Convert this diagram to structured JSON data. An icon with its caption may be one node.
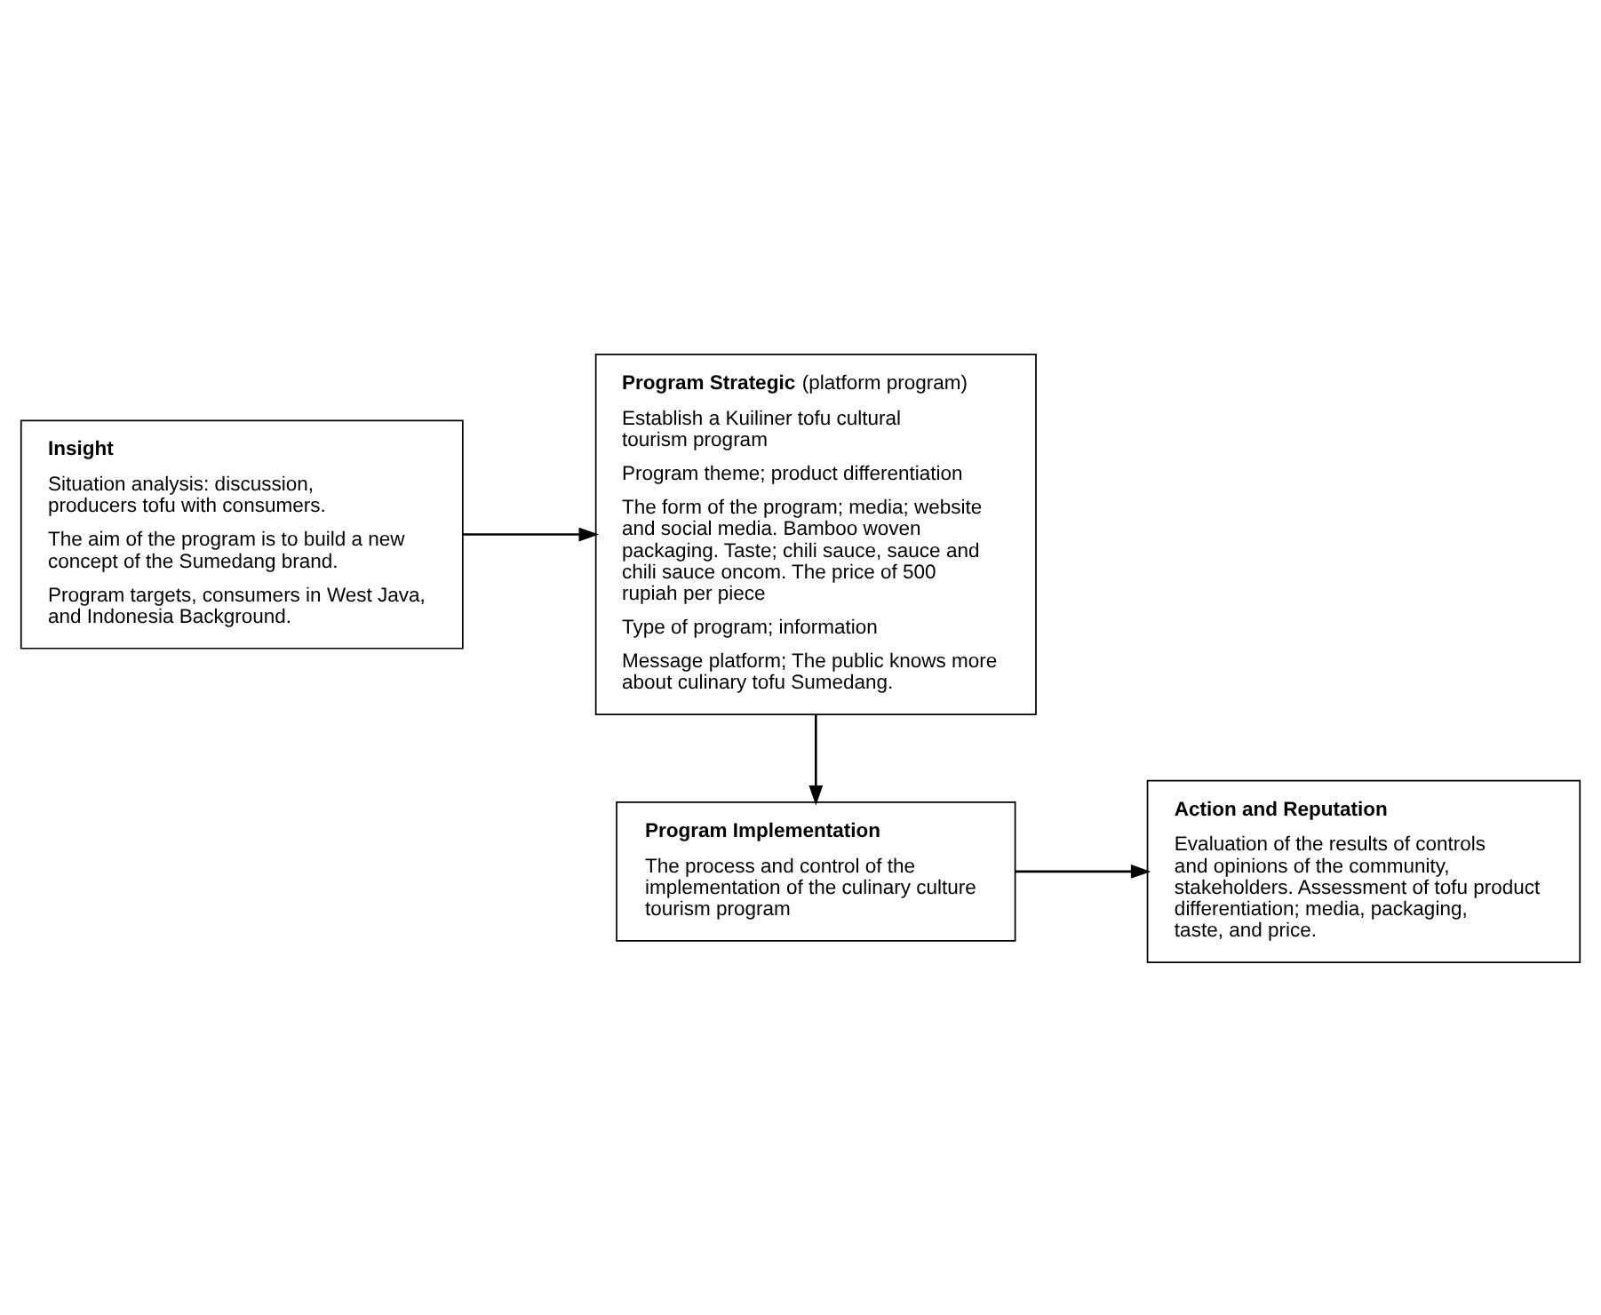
{
  "diagram": {
    "nodes": [
      {
        "text": [
          "Insight",
          "Situation analysis: discussion, producers tofu with consumers.",
          "The aim of the program is to build a new concept of the Sumedang brand.",
          "Program targets, consumers in West Java, and Indonesia Background."
        ]
      },
      {
        "text": [
          "**Program Strategic** (platform program)",
          "Establish a Kuiliner tofu cultural tourism program",
          "Program theme; product differentiation",
          "The form of the program; media; website and social media. Bamboo woven packaging. Taste; chili sauce, sauce and chili sauce oncom. The price of 500 rupiah per piece",
          "Type of program; information",
          "Message platform; The public knows more about culinary tofu Sumedang."
        ]
      },
      {
        "text": [
          "Program Implementation",
          "The process and control of the implementation of the culinary culture tourism program"
        ]
      },
      {
        "text": [
          "Action and Reputation",
          "Evaluation of the results of controls and opinions of the community, stakeholders. Assessment of tofu product differentiation; media, packaging, taste, and price."
        ]
      }
    ],
    "edges": [
      {
        "from": 0,
        "to": 1,
        "arrow": "to"
      },
      {
        "from": 1,
        "to": 2,
        "arrow": "to"
      },
      {
        "from": 2,
        "to": 3,
        "arrow": "to"
      }
    ]
  }
}
